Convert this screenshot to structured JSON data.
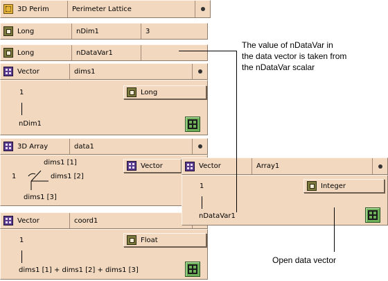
{
  "colors": {
    "panel": "#f2d8bf",
    "scalar_icon": "#7d7a3e",
    "grid_icon": "#5a3a8c",
    "perim_icon": "#e7b53a",
    "layout_button": "#6fb05a"
  },
  "perim": {
    "type": "3D Perim",
    "name": "Perimeter Lattice",
    "icon": "dotted-grid-icon"
  },
  "ndim": {
    "type": "Long",
    "name": "nDim1",
    "value": "3",
    "icon": "scalar-icon"
  },
  "ndatavar": {
    "type": "Long",
    "name": "nDataVar1",
    "value": "",
    "icon": "scalar-icon"
  },
  "dims": {
    "type": "Vector",
    "name": "dims1",
    "index": "1",
    "size_label": "nDim1",
    "element_type": "Long"
  },
  "array": {
    "type": "3D Array",
    "name": "data1",
    "lead": "1",
    "axis1": "dims1 [1]",
    "axis2": "dims1 [2]",
    "axis3": "dims1 [3]",
    "element_type": "Vector"
  },
  "coord": {
    "type": "Vector",
    "name": "coord1",
    "index": "1",
    "size_label": "dims1 [1] + dims1 [2] + dims1 [3]",
    "element_type": "Float"
  },
  "array_vector": {
    "type": "Vector",
    "name": "Array1",
    "index": "1",
    "size_label": "nDataVar1",
    "element_type": "Integer"
  },
  "annotations": {
    "ndatavar_note": [
      "The value of nDataVar in",
      "the data vector is taken from",
      "the nDataVar scalar"
    ],
    "open_vector_note": "Open data vector"
  }
}
